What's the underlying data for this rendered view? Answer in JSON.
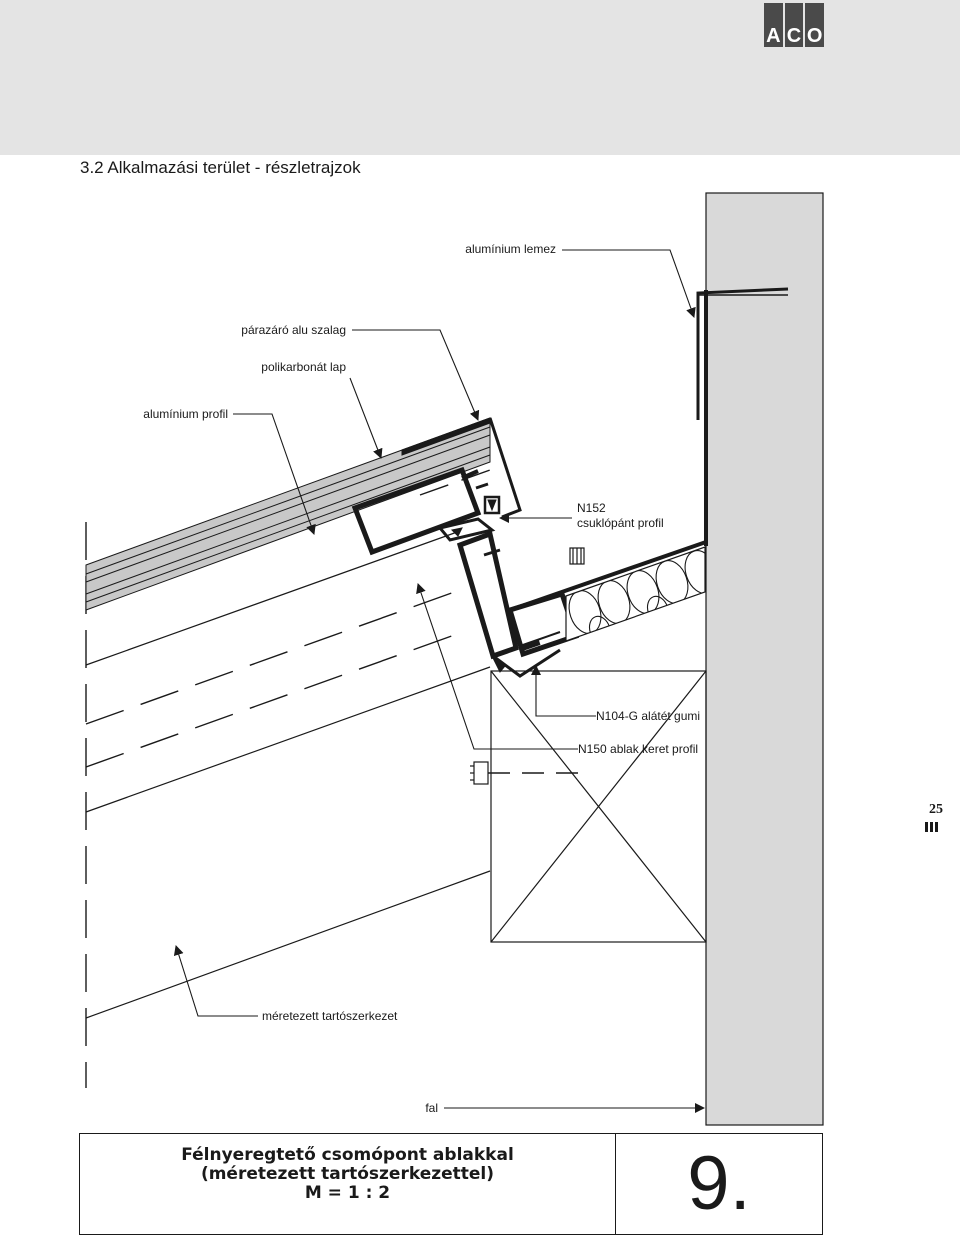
{
  "brand": {
    "logo_letters": [
      "A",
      "C",
      "O"
    ],
    "logo_color": "#4a4a4a"
  },
  "header": {
    "section_title": "3.2 Alkalmazási terület - részletrajzok",
    "band_color": "#e4e4e4"
  },
  "drawing": {
    "wall_color": "#d9d9d9",
    "labels": {
      "aluminium_sheet": "alumínium lemez",
      "vapour_tape": "párazáró alu szalag",
      "polycarbonate": "polikarbonát lap",
      "aluminium_profile": "alumínium profil",
      "hinge_code": "N152",
      "hinge_desc": "csuklópánt profil",
      "rubber_gasket": "N104-G alátét gumi",
      "window_frame": "N150 ablak keret profil",
      "support_structure": "méretezett tartószerkezet",
      "wall": "fal"
    }
  },
  "page": {
    "number": "25"
  },
  "title_block": {
    "line1": "Félnyeregtető csomópont ablakkal",
    "line2": "(méretezett tartószerkezettel)",
    "scale": "M = 1 : 2",
    "detail_number": "9."
  }
}
